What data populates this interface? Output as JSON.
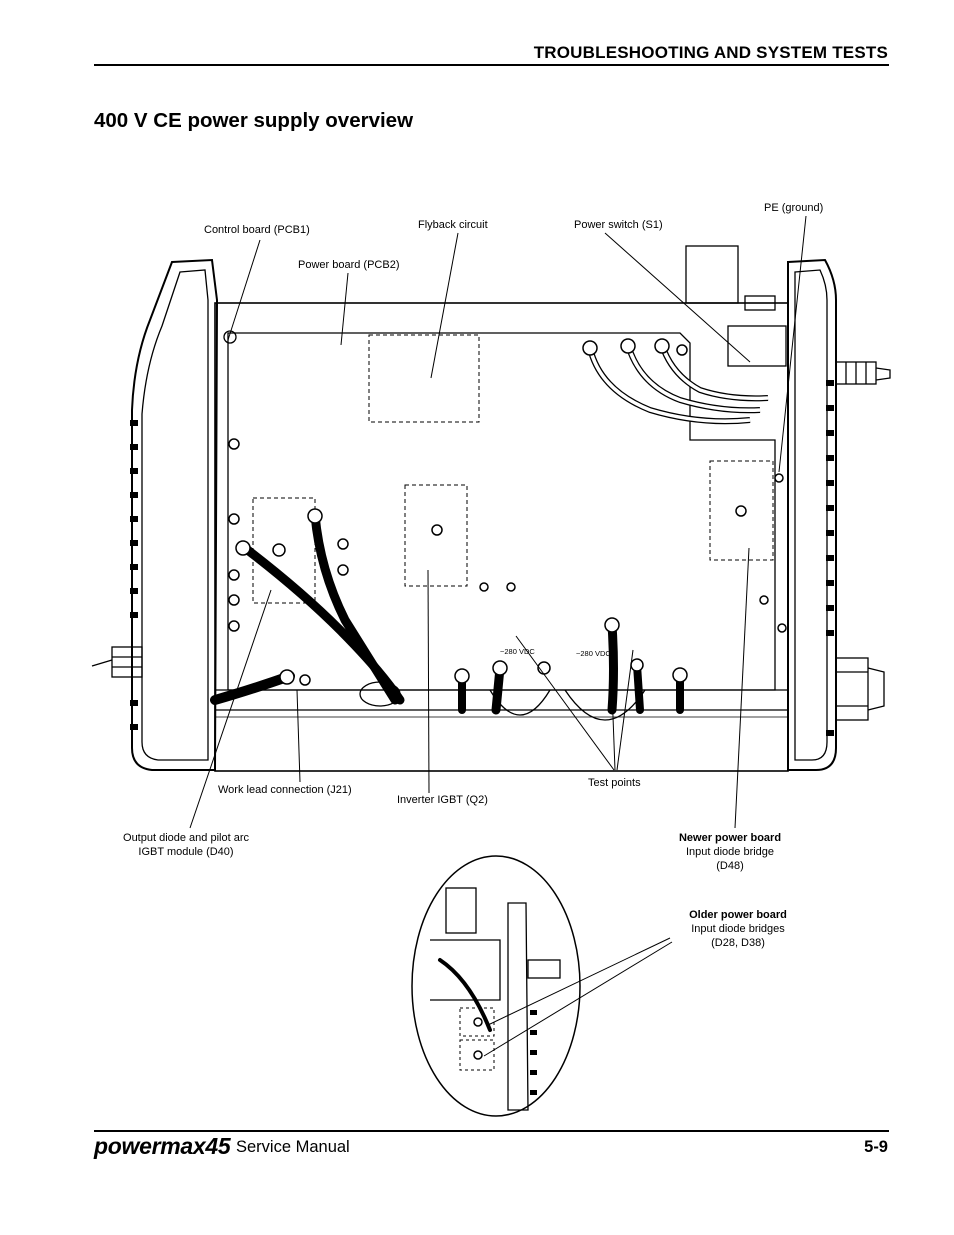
{
  "header": {
    "section": "TROUBLESHOOTING AND SYSTEM TESTS"
  },
  "title": "400 V CE power supply overview",
  "labels": {
    "control_board": "Control board (PCB1)",
    "power_board": "Power board (PCB2)",
    "flyback": "Flyback circuit",
    "power_switch": "Power switch (S1)",
    "pe_ground": "PE (ground)",
    "work_lead": "Work lead connection (J21)",
    "inverter_igbt": "Inverter IGBT (Q2)",
    "test_points": "Test points",
    "output_diode_line1": "Output diode and pilot arc",
    "output_diode_line2": "IGBT module (D40)",
    "newer_board_title": "Newer power board",
    "newer_board_line1": "Input diode bridge",
    "newer_board_line2": "(D48)",
    "older_board_title": "Older power board",
    "older_board_line1": "Input diode bridges",
    "older_board_line2": "(D28, D38)",
    "vdc_left": "~280 VDC",
    "vdc_right": "~280 VDC"
  },
  "footer": {
    "brand": "powermax45",
    "manual": "Service Manual",
    "page": "5-9"
  }
}
